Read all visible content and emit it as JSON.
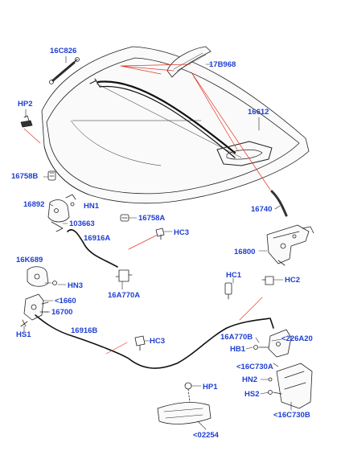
{
  "diagram": {
    "line_color": "#222222",
    "leader_color": "#e0392b",
    "label_color": "#1f3fd1",
    "labels": [
      {
        "id": "16C826",
        "text": "16C826"
      },
      {
        "id": "17B968",
        "text": "17B968"
      },
      {
        "id": "HP2",
        "text": "HP2"
      },
      {
        "id": "16612",
        "text": "16612"
      },
      {
        "id": "16758B",
        "text": "16758B"
      },
      {
        "id": "16892",
        "text": "16892"
      },
      {
        "id": "HN1",
        "text": "HN1"
      },
      {
        "id": "16740",
        "text": "16740"
      },
      {
        "id": "16758A",
        "text": "16758A"
      },
      {
        "id": "103663",
        "text": "103663"
      },
      {
        "id": "HC3a",
        "text": "HC3"
      },
      {
        "id": "16916A",
        "text": "16916A"
      },
      {
        "id": "16800",
        "text": "16800"
      },
      {
        "id": "16K689",
        "text": "16K689"
      },
      {
        "id": "HN3",
        "text": "HN3"
      },
      {
        "id": "16A770A",
        "text": "16A770A"
      },
      {
        "id": "HC1",
        "text": "HC1"
      },
      {
        "id": "HC2",
        "text": "HC2"
      },
      {
        "id": "1660",
        "text": "<1660"
      },
      {
        "id": "16700",
        "text": "16700"
      },
      {
        "id": "HS1",
        "text": "HS1"
      },
      {
        "id": "16916B",
        "text": "16916B"
      },
      {
        "id": "HC3b",
        "text": "HC3"
      },
      {
        "id": "16A770B",
        "text": "16A770B"
      },
      {
        "id": "226A20",
        "text": "<226A20"
      },
      {
        "id": "HB1",
        "text": "HB1"
      },
      {
        "id": "16C730A",
        "text": "<16C730A"
      },
      {
        "id": "HN2",
        "text": "HN2"
      },
      {
        "id": "HP1",
        "text": "HP1"
      },
      {
        "id": "HS2",
        "text": "HS2"
      },
      {
        "id": "16C730B",
        "text": "<16C730B"
      },
      {
        "id": "02254",
        "text": "<02254"
      }
    ]
  }
}
